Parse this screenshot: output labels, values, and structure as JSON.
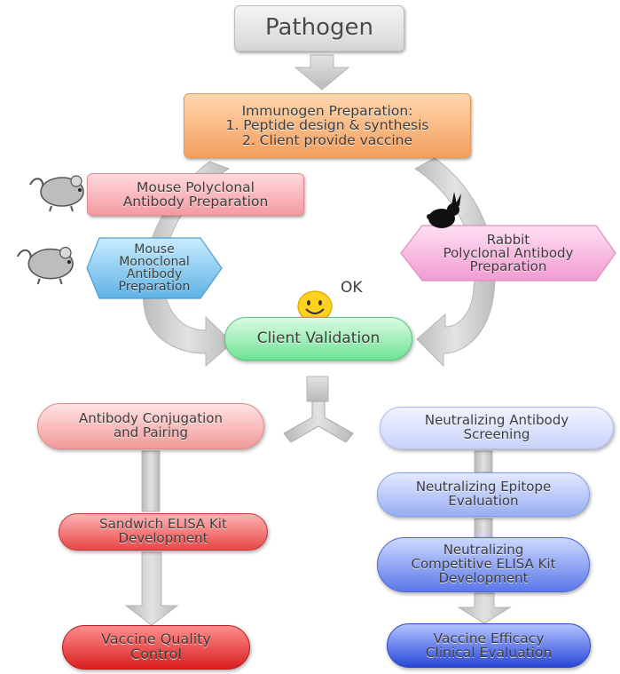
{
  "nodes": {
    "pathogen": "Pathogen",
    "immunogen": [
      "Immunogen Preparation:",
      "1. Peptide design & synthesis",
      "2. Client provide vaccine"
    ],
    "mouse_polyclonal": [
      "Mouse Polyclonal",
      "Antibody Preparation"
    ],
    "mouse_monoclonal": [
      "Mouse",
      "Monoclonal",
      "Antibody",
      "Preparation"
    ],
    "rabbit_polyclonal": [
      "Rabbit",
      "Polyclonal Antibody",
      "Preparation"
    ],
    "client_validation": "Client Validation",
    "ok": "OK",
    "antibody_conjugation": [
      "Antibody Conjugation",
      "and Pairing"
    ],
    "sandwich_elisa": [
      "Sandwich ELISA Kit",
      "Development"
    ],
    "vaccine_quality_control": [
      "Vaccine Quality",
      "Control"
    ],
    "neutralizing_screening": [
      "Neutralizing Antibody",
      "Screening"
    ],
    "neutralizing_epitope": [
      "Neutralizing Epitope",
      "Evaluation"
    ],
    "neutralizing_competitive": [
      "Neutralizing",
      "Competitive ELISA Kit",
      "Development"
    ],
    "vaccine_efficacy": [
      "Vaccine Efficacy",
      "Clinical Evaluation"
    ]
  },
  "icons": [
    "mouse-icon",
    "mouse-icon",
    "rabbit-icon",
    "smiley-icon",
    "antibody-icon"
  ],
  "colors": {
    "arrow": "#c9c9c9",
    "immunogen": "#f3a060",
    "polyclonal_pink": "#f39aa1",
    "monoclonal_blue": "#7dc4ec",
    "rabbit_pink": "#f7a9d9",
    "validation_green": "#6fe394",
    "left_red": "#d91f1f",
    "right_blue": "#2948d9"
  }
}
